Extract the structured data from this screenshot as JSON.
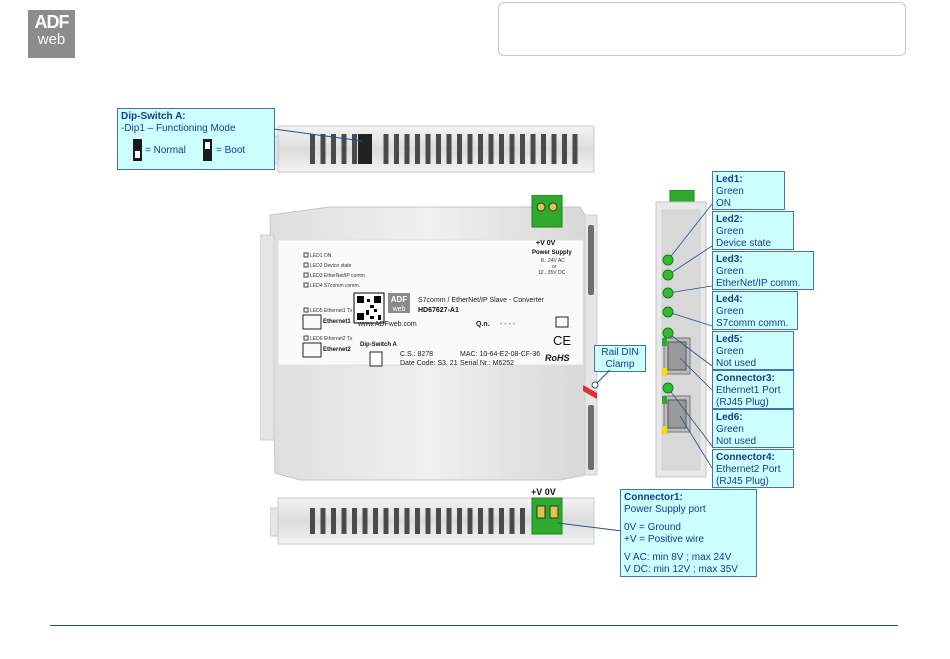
{
  "logo": {
    "line1": "ADF",
    "line2": "web"
  },
  "dip_callout": {
    "title": "Dip-Switch A:",
    "line": "-Dip1 – Functioning Mode",
    "normal": "= Normal",
    "boot": "= Boot"
  },
  "callouts": {
    "led1": {
      "title": "Led1:",
      "lines": [
        "Green",
        "ON"
      ]
    },
    "led2": {
      "title": "Led2:",
      "lines": [
        "Green",
        "Device state"
      ]
    },
    "led3": {
      "title": "Led3:",
      "lines": [
        "Green",
        "EtherNet/IP comm."
      ]
    },
    "led4": {
      "title": "Led4:",
      "lines": [
        "Green",
        "S7comm comm."
      ]
    },
    "led5": {
      "title": "Led5:",
      "lines": [
        "Green",
        "Not used"
      ]
    },
    "conn3": {
      "title": "Connector3:",
      "lines": [
        "Ethernet1 Port",
        "(RJ45 Plug)"
      ]
    },
    "led6": {
      "title": "Led6:",
      "lines": [
        "Green",
        "Not used"
      ]
    },
    "conn4": {
      "title": "Connector4:",
      "lines": [
        "Ethernet2 Port",
        "(RJ45 Plug)"
      ]
    },
    "conn1": {
      "title": "Connector1:",
      "lines": [
        "Power Supply port",
        "",
        "0V = Ground",
        "+V = Positive wire",
        "",
        "V AC: min 8V ; max 24V",
        "V DC: min 12V ; max 35V"
      ]
    }
  },
  "rail": {
    "line1": "Rail DIN",
    "line2": "Clamp"
  },
  "device": {
    "power_label": "+V  0V",
    "power_supply": "Power Supply",
    "ps_ac": "8...24V AC",
    "ps_or": "or",
    "ps_dc": "12...35V DC",
    "leds": [
      "LED1 ON",
      "LED2 Device state",
      "LED3 EtherNet/IP comm.",
      "LED4 S7comm comm."
    ],
    "eth1_tx": "LED5 Ethernet1 Tx",
    "eth1": "Ethernet1",
    "eth2_tx": "LED6 Ethernet2 Tx",
    "eth2": "Ethernet2",
    "desc": "S7comm / EtherNet/IP Slave - Converter",
    "model": "HD67627-A1",
    "url": "www.ADFweb.com",
    "qn": "Q.n.",
    "qn_val": "- - - -",
    "dip": "Dip-Switch A",
    "cs": "C.S.: 8278",
    "date": "Date Code: S3. 21",
    "mac": "MAC: 10-64-E2-08-CF-36",
    "serial": "Serial Nr.: M6252",
    "ce": "CE",
    "rohs": "RoHS",
    "brand_top": "ADF",
    "brand_bot": "web"
  },
  "bottom_power": "+V 0V"
}
